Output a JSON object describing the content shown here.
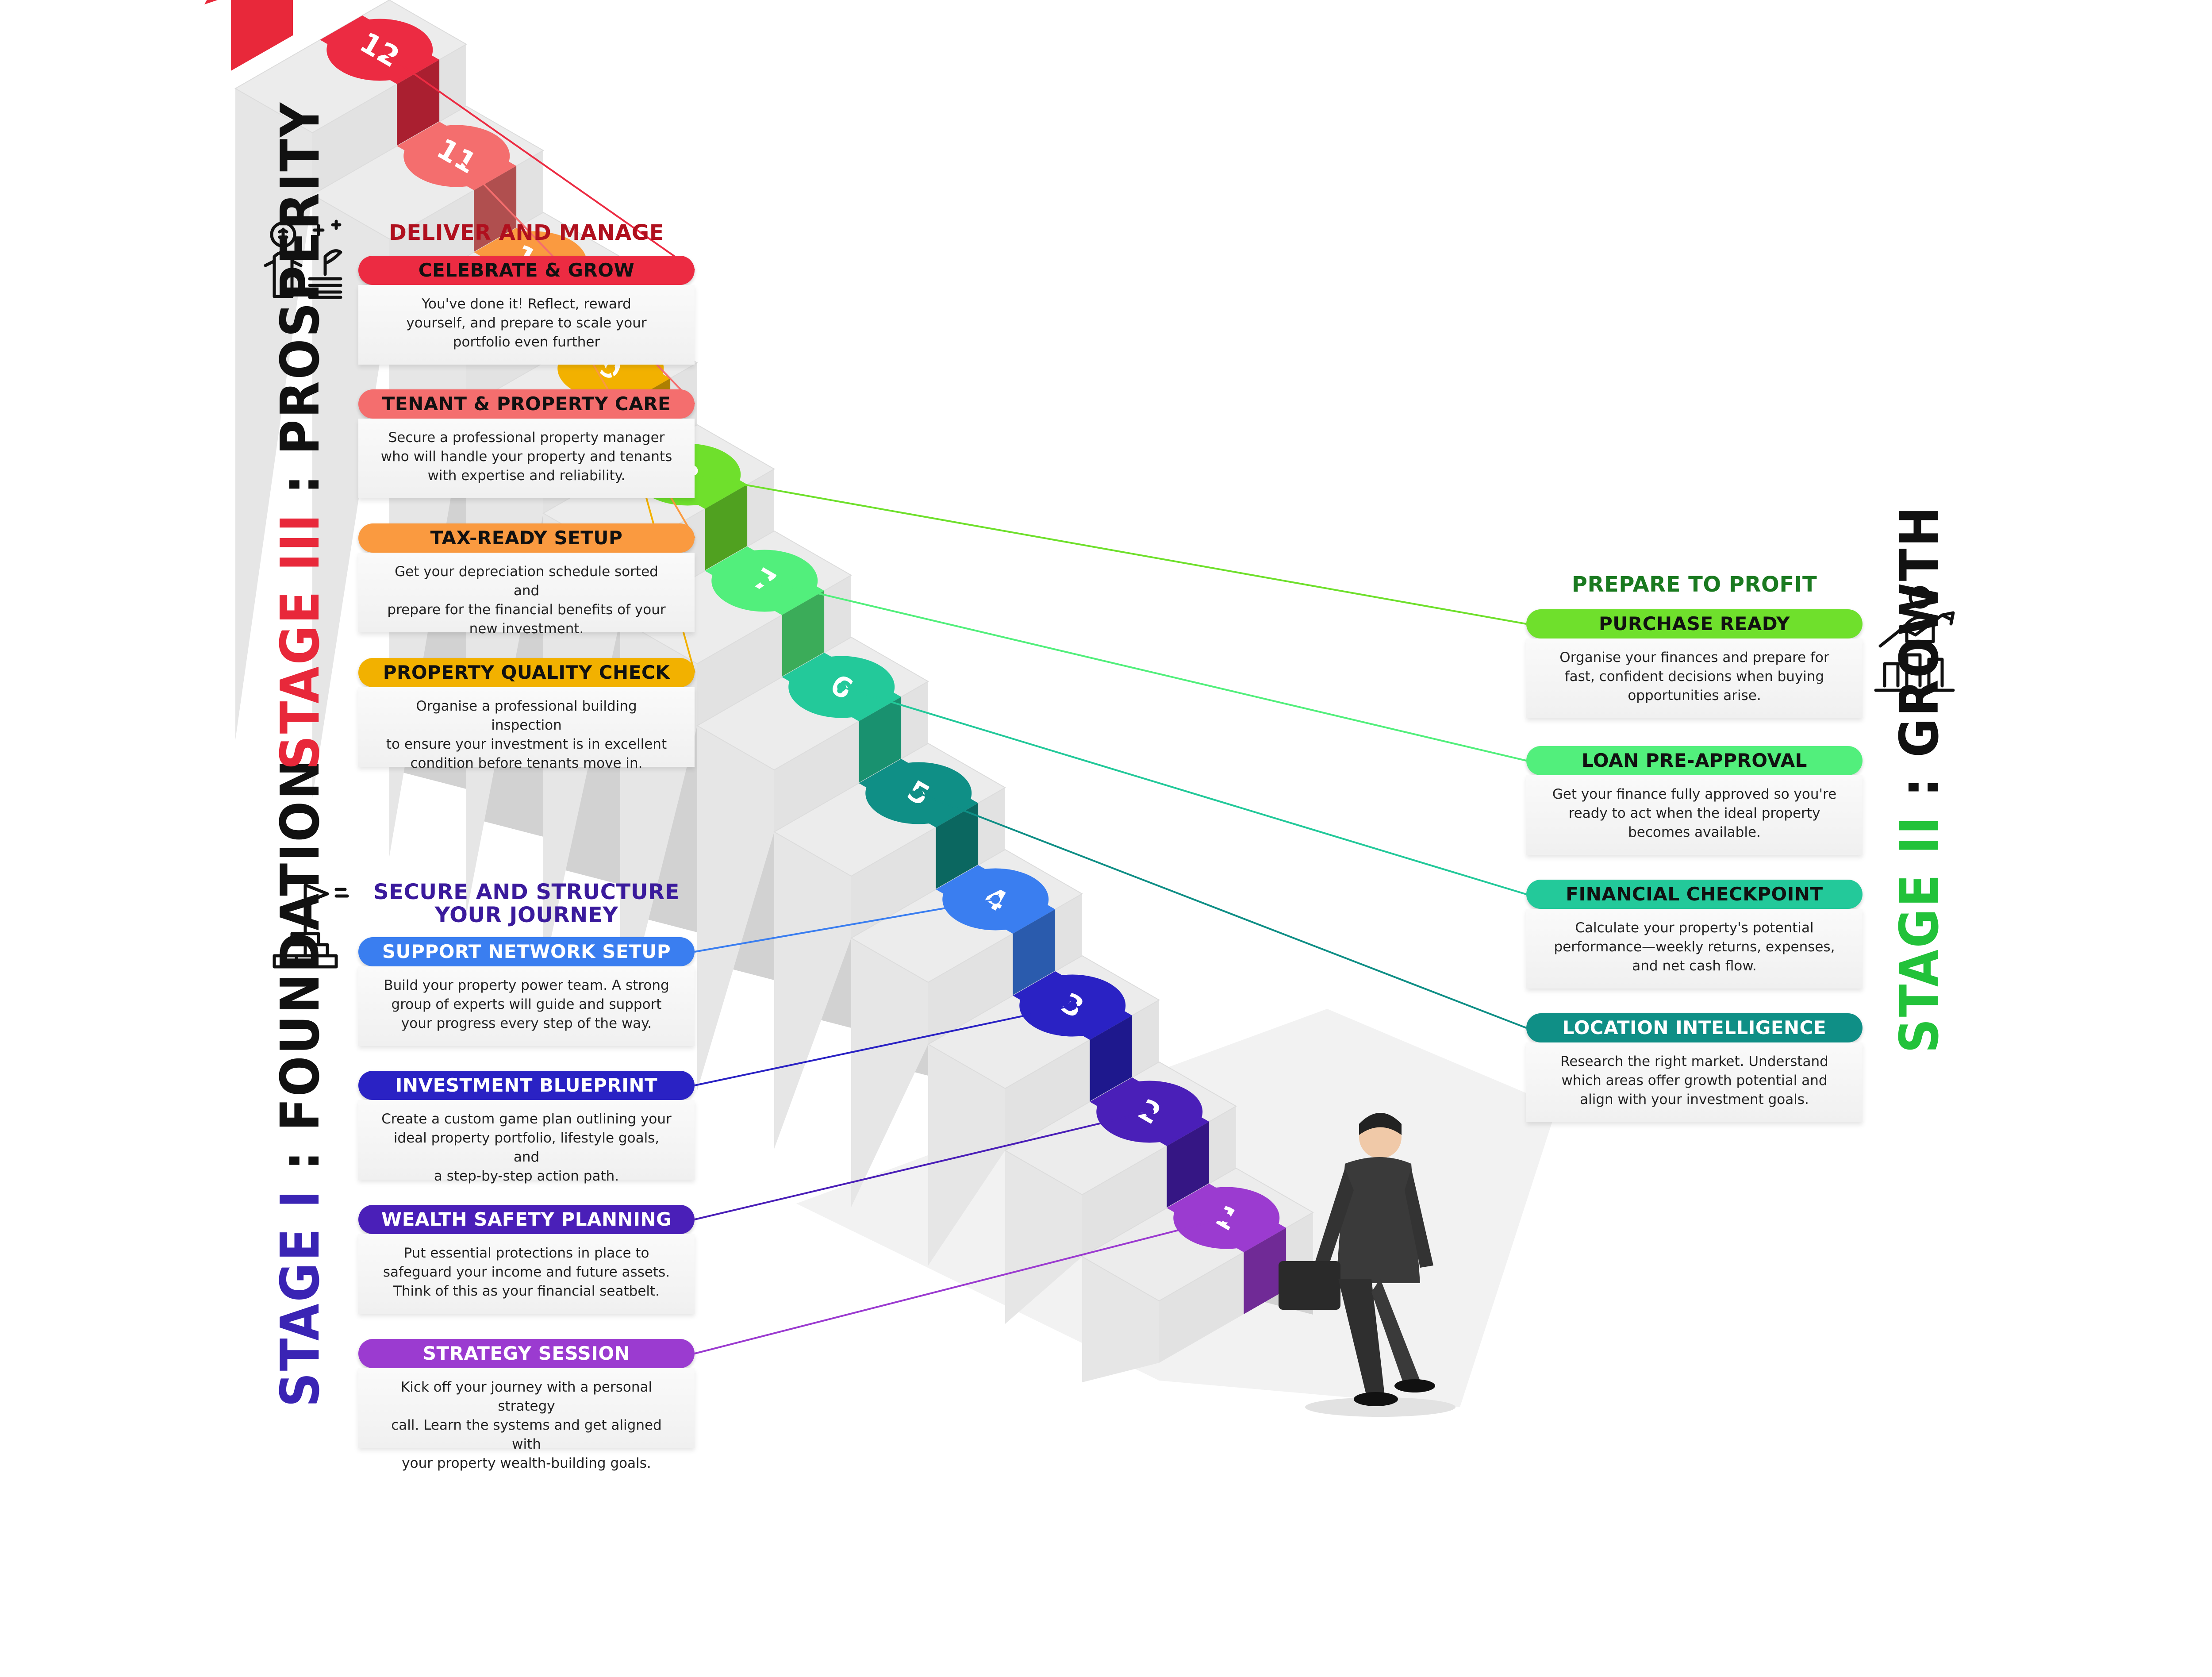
{
  "colors": {
    "foundation": "#3a24b4",
    "growth": "#22c23a",
    "prosperity": "#e8283a",
    "stair_top": "#ececec",
    "stair_side": "#d2d2d2",
    "stair_front": "#e2e2e2"
  },
  "stages": [
    {
      "id": "foundation",
      "accent": "STAGE I",
      "rest": " : FOUNDATION",
      "color": "#3a24b4",
      "icon": "brick-flag-icon"
    },
    {
      "id": "growth",
      "accent": "STAGE II",
      "rest": " : GROWTH",
      "color": "#22c23a",
      "icon": "investor-chart-icon"
    },
    {
      "id": "prosperity",
      "accent": "STAGE III",
      "rest": " : PROSPERITY",
      "color": "#e8283a",
      "icon": "money-plant-icon"
    }
  ],
  "headings": [
    {
      "id": "deliver",
      "lines": [
        "DELIVER AND MANAGE"
      ],
      "color": "#b0101e"
    },
    {
      "id": "secure",
      "lines": [
        "SECURE AND STRUCTURE",
        "YOUR JOURNEY"
      ],
      "color": "#3a1a9c"
    },
    {
      "id": "prepare",
      "lines": [
        "PREPARE TO PROFIT"
      ],
      "color": "#1a7a20"
    }
  ],
  "steps": [
    {
      "n": "1",
      "title": "STRATEGY SESSION",
      "color": "#9b3bd0",
      "desc": [
        "Kick off your journey with a personal strategy",
        "call. Learn the systems and get aligned with",
        "your property wealth-building goals."
      ]
    },
    {
      "n": "2",
      "title": "WEALTH SAFETY PLANNING",
      "color": "#4a1fb8",
      "desc": [
        "Put essential protections in place to",
        "safeguard your income and future assets.",
        "Think of this as your financial seatbelt."
      ]
    },
    {
      "n": "3",
      "title": "INVESTMENT BLUEPRINT",
      "color": "#2a22c4",
      "desc": [
        "Create a custom game plan outlining your",
        "ideal property portfolio, lifestyle goals, and",
        "a step-by-step action path."
      ]
    },
    {
      "n": "4",
      "title": "SUPPORT NETWORK SETUP",
      "color": "#3a7ef0",
      "desc": [
        "Build your property power team. A strong",
        "group of experts will guide and support",
        "your progress every step of the way."
      ]
    },
    {
      "n": "5",
      "title": "LOCATION INTELLIGENCE",
      "color": "#0f8f86",
      "desc": [
        "Research the right market. Understand",
        "which areas offer growth potential and",
        "align with your investment goals."
      ]
    },
    {
      "n": "6",
      "title": "FINANCIAL CHECKPOINT",
      "color": "#23c99a",
      "desc": [
        "Calculate your property's potential",
        "performance—weekly returns, expenses,",
        "and net cash flow."
      ]
    },
    {
      "n": "7",
      "title": "LOAN PRE-APPROVAL",
      "color": "#52ef7c",
      "desc": [
        "Get your finance fully approved so you're",
        "ready to act when the ideal property",
        "becomes available."
      ]
    },
    {
      "n": "8",
      "title": "PURCHASE READY",
      "color": "#6fe02c",
      "desc": [
        "Organise your finances and prepare for",
        "fast, confident decisions when buying",
        "opportunities arise."
      ]
    },
    {
      "n": "9",
      "title": "PROPERTY QUALITY CHECK",
      "color": "#f2b100",
      "desc": [
        "Organise a professional building inspection",
        "to ensure your investment is in excellent",
        "condition before tenants move in."
      ]
    },
    {
      "n": "10",
      "title": "TAX-READY SETUP",
      "color": "#fa9a40",
      "desc": [
        "Get your depreciation schedule sorted and",
        "prepare for the financial benefits of your",
        "new investment."
      ]
    },
    {
      "n": "11",
      "title": "TENANT & PROPERTY CARE",
      "color": "#f46e6e",
      "desc": [
        "Secure a professional property manager",
        "who will handle your property and tenants",
        "with expertise and reliability."
      ]
    },
    {
      "n": "12",
      "title": "CELEBRATE & GROW",
      "color": "#ec2b42",
      "desc": [
        "You've done it! Reflect, reward",
        "yourself, and prepare to scale your",
        "portfolio even further"
      ]
    }
  ]
}
